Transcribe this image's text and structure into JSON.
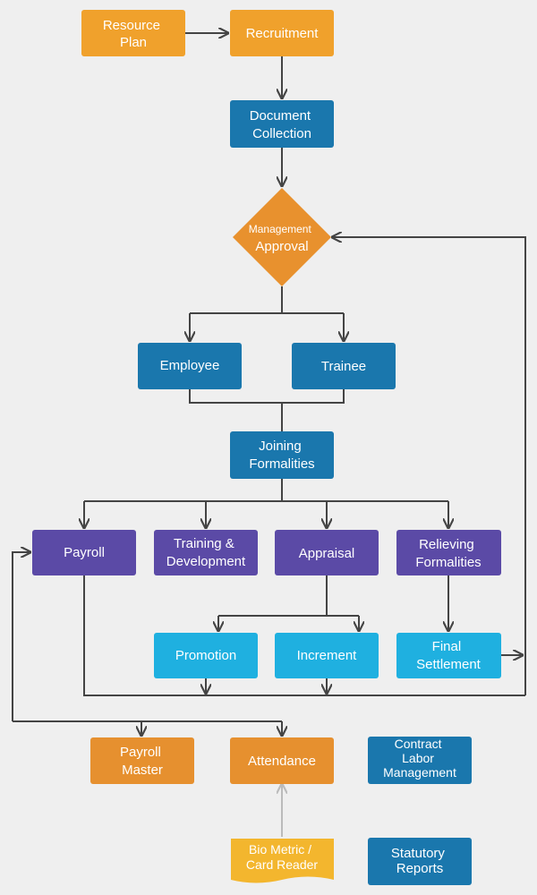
{
  "colors": {
    "orange": "#f0a12c",
    "diamond": "#e8912e",
    "blue": "#1a77ad",
    "purple": "#5b4aa6",
    "cyan": "#1fb0e0",
    "payroll_orange": "#e6902f",
    "biometric": "#f3b62e",
    "line": "#444444",
    "grey_arrow": "#bbbbbb",
    "background": "#efefef"
  },
  "nodes": {
    "resource_plan": [
      "Resource",
      "Plan"
    ],
    "recruitment": [
      "Recruitment"
    ],
    "document_collection": [
      "Document",
      "Collection"
    ],
    "management_approval": [
      "Management",
      "Approval"
    ],
    "employee": [
      "Employee"
    ],
    "trainee": [
      "Trainee"
    ],
    "joining_formalities": [
      "Joining",
      "Formalities"
    ],
    "payroll": [
      "Payroll"
    ],
    "training_development": [
      "Training &",
      "Development"
    ],
    "appraisal": [
      "Appraisal"
    ],
    "relieving_formalities": [
      "Relieving",
      "Formalities"
    ],
    "promotion": [
      "Promotion"
    ],
    "increment": [
      "Increment"
    ],
    "final_settlement": [
      "Final",
      "Settlement"
    ],
    "payroll_master": [
      "Payroll",
      "Master"
    ],
    "attendance": [
      "Attendance"
    ],
    "contract_labor_management": [
      "Contract",
      "Labor",
      "Management"
    ],
    "biometric_card_reader": [
      "Bio Metric /",
      "Card Reader"
    ],
    "statutory_reports": [
      "Statutory",
      "Reports"
    ]
  }
}
